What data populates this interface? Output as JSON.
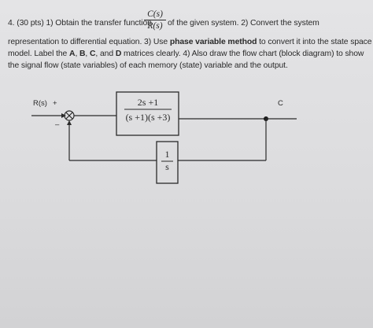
{
  "problem": {
    "line1_before": "4. (30 pts) 1) Obtain the transfer function",
    "tf_num": "C(s)",
    "tf_den": "R(s)",
    "line1_after": "of the given system. 2) Convert the system",
    "line2_a": "representation to differential equation. 3) Use ",
    "line2_bold": "phase variable method",
    "line2_b": " to convert it into the state space",
    "line3_a": "model. Label the ",
    "line3_b1": "A",
    "line3_sep1": ", ",
    "line3_b2": "B",
    "line3_sep2": ", ",
    "line3_b3": "C",
    "line3_sep3": ", and ",
    "line3_b4": "D",
    "line3_c": " matrices clearly.  4) Also draw the flow chart (block diagram) to show",
    "line4": "the signal flow (state variables) of each memory (state) variable and the output."
  },
  "diagram": {
    "input_label": "R(s)",
    "plus_sign": "+",
    "minus_sign": "–",
    "output_label": "C",
    "forward_num": "2s +1",
    "forward_den": "(s +1)(s +3)",
    "feedback_num": "1",
    "feedback_den": "s"
  }
}
